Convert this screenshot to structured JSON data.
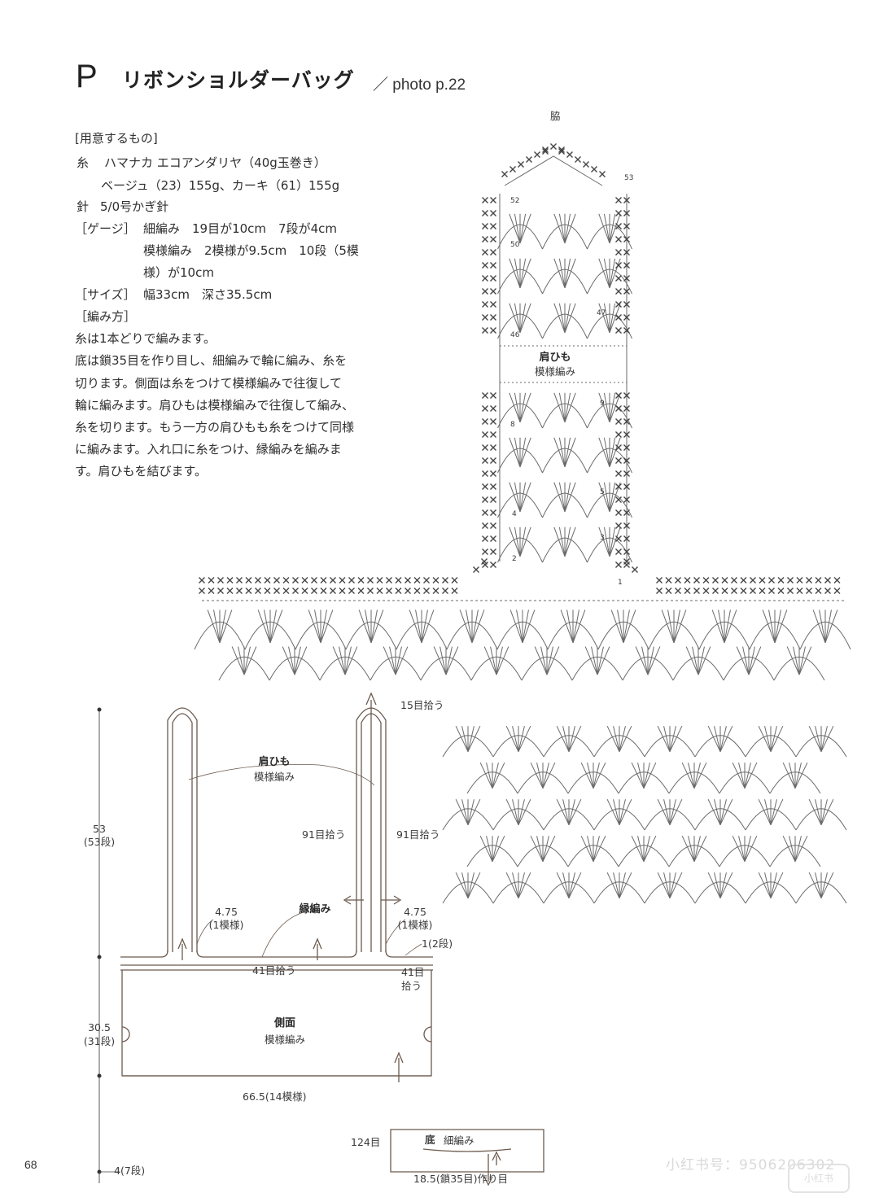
{
  "header": {
    "letter": "P",
    "title": "リボンショルダーバッグ",
    "photo_ref": "／ photo p.22"
  },
  "materials": {
    "heading": "[用意するもの]",
    "yarn_label": "糸",
    "yarn_line1": "ハマナカ エコアンダリヤ（40g玉巻き）",
    "yarn_line2": "ベージュ（23）155g、カーキ（61）155g",
    "needle_label": "針",
    "needle_value": "5/0号かぎ針",
    "gauge_label": "［ゲージ］",
    "gauge_line1": "細編み　19目が10cm　7段が4cm",
    "gauge_line2": "模様編み　2模様が9.5cm　10段（5模",
    "gauge_line3": "様）が10cm",
    "size_label": "［サイズ］",
    "size_value": "幅33cm　深さ35.5cm",
    "method_heading": "［編み方］"
  },
  "method_lines": [
    "糸は1本どりで編みます。",
    "底は鎖35目を作り目し、細編みで輪に編み、糸を",
    "切ります。側面は糸をつけて模様編みで往復して",
    "輪に編みます。肩ひもは模様編みで往復して編み、",
    "糸を切ります。もう一方の肩ひもも糸をつけて同様",
    "に編みます。入れ口に糸をつけ、縁編みを編みま",
    "す。肩ひもを結びます。"
  ],
  "chart": {
    "side_mark": "脇",
    "strap_title": "肩ひも",
    "strap_sub": "模様編み",
    "row_numbers": [
      "53",
      "52",
      "50",
      "47",
      "46",
      "9",
      "8",
      "5",
      "4",
      "3",
      "2",
      "1"
    ]
  },
  "schematic": {
    "strap_title": "肩ひも",
    "strap_sub": "模様編み",
    "pick_15": "15目拾う",
    "pick_91_left": "91目拾う",
    "pick_91_right": "91目拾う",
    "edge_label": "縁編み",
    "w475_left": "4.75",
    "w475_left_sub": "(1模様)",
    "w475_right": "4.75",
    "w475_right_sub": "(1模様)",
    "rows_1": "1(2段)",
    "pick_41_center": "41目拾う",
    "pick_41_right_a": "41目",
    "pick_41_right_b": "拾う",
    "h53": "53",
    "h53_sub": "(53段)",
    "h305": "30.5",
    "h305_sub": "(31段)",
    "side_title": "側面",
    "side_sub": "模様編み",
    "w665": "66.5(14模様)",
    "st124": "124目",
    "bottom_title": "底",
    "bottom_sub": "細編み",
    "h4": "4(7段)",
    "base_chain": "18.5(鎖35目)作り目"
  },
  "footer": {
    "page_number": "68",
    "watermark": "小红书号：9506206302",
    "watermark_logo": "小红书"
  }
}
